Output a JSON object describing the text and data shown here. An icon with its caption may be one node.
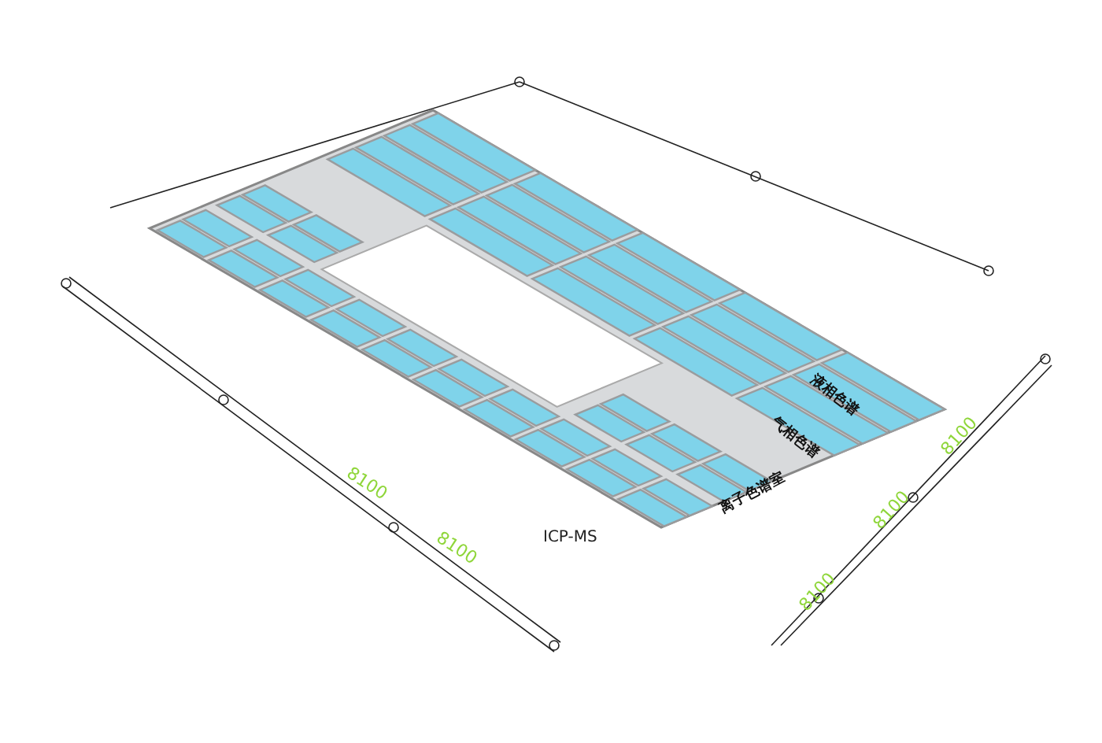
{
  "diagram": {
    "labels": [
      "液相色谱",
      "气相色谱",
      "离子色谱室",
      "ICP-MS",
      "8100",
      "8100",
      "8100",
      "8100",
      "8100"
    ]
  }
}
